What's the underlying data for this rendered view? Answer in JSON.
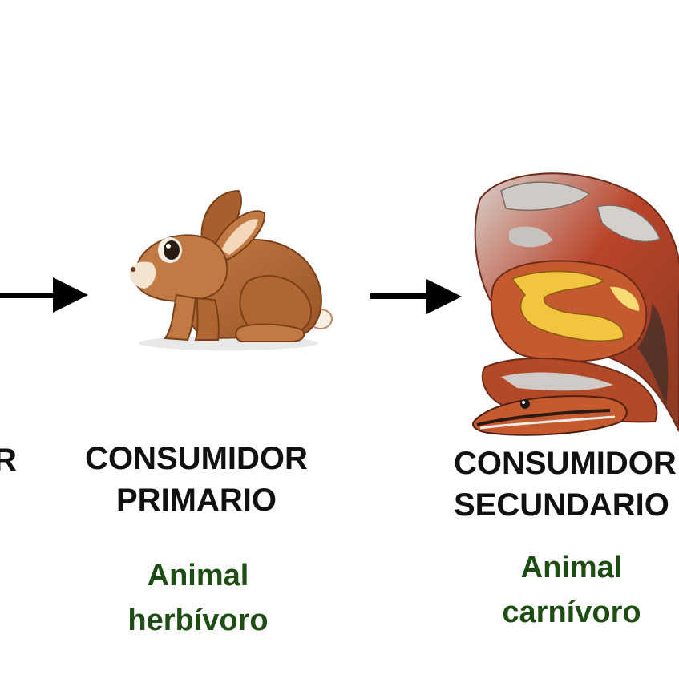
{
  "colors": {
    "arrow": "#000000",
    "role_text": "#111111",
    "desc_text": "#1e4d14",
    "rabbit_fur": "#b76a34",
    "snake_body": "#c45a2e",
    "snake_pattern": "#f1c53e"
  },
  "chain": [
    {
      "role_line1": "",
      "role_line2": "",
      "role_cut_letter": "R",
      "icon": "producer-offscreen"
    },
    {
      "role_line1": "CONSUMIDOR",
      "role_line2": "PRIMARIO",
      "desc_line1": "Animal",
      "desc_line2": "herbívoro",
      "icon": "rabbit-icon"
    },
    {
      "role_line1": "CONSUMIDOR",
      "role_line2": "SECUNDARIO",
      "desc_line1": "Animal",
      "desc_line2": "carnívoro",
      "icon": "snake-icon"
    }
  ]
}
